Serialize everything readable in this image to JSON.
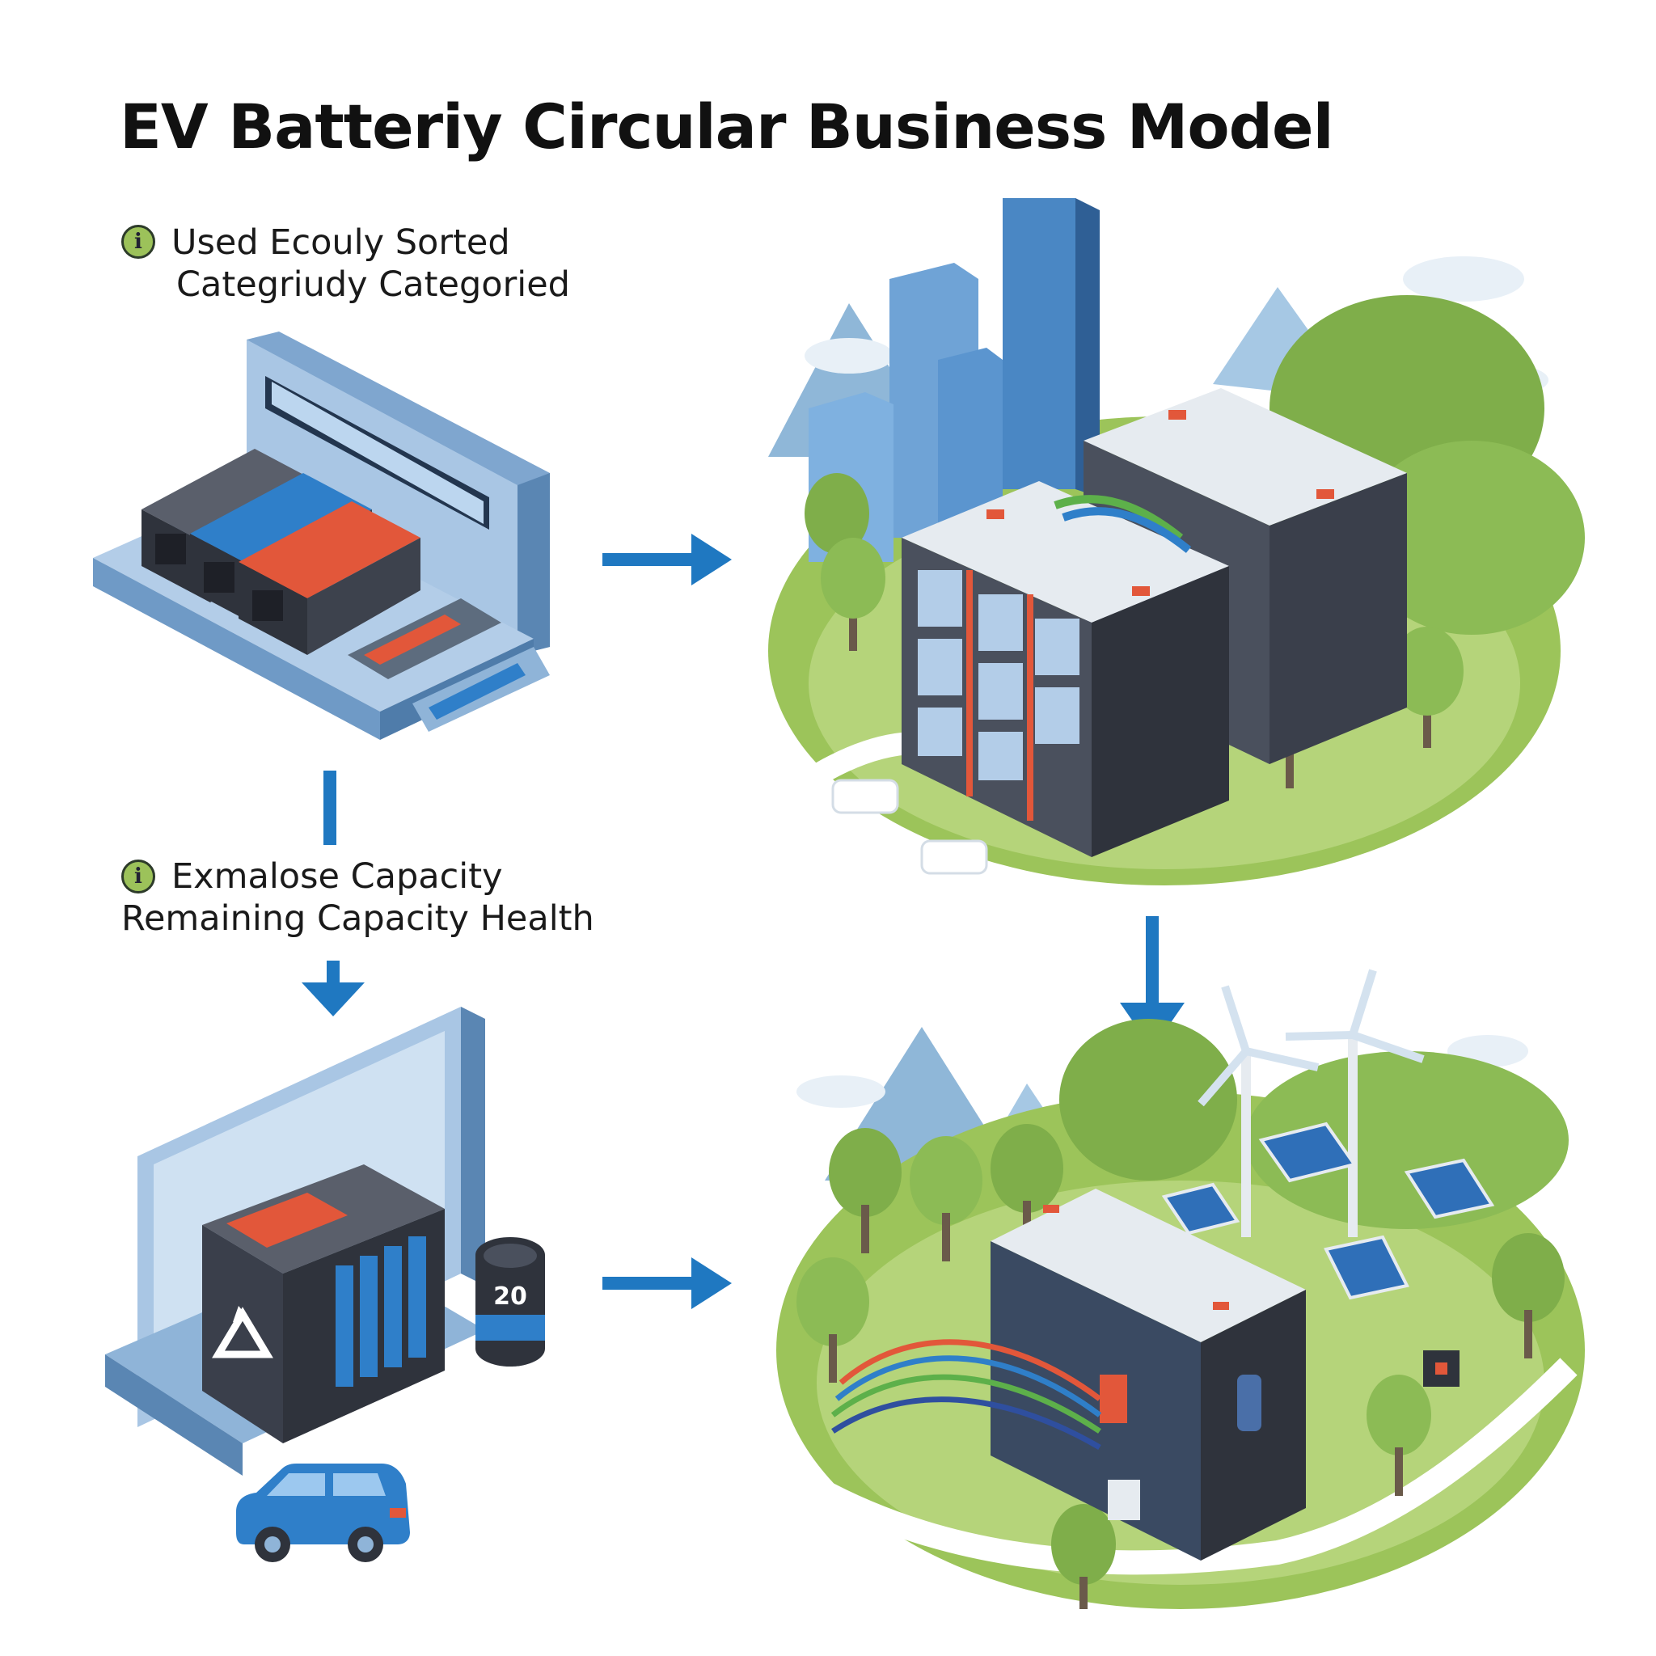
{
  "title": "EV Batteriy Circular Business Model",
  "steps": [
    {
      "line1": "Used Ecouly Sorted",
      "line2": "Categriudy Categoried"
    },
    {
      "line1": "Exmalose Capacity",
      "line2": "Remaining Capacity Health"
    }
  ],
  "module_label": "20",
  "colors": {
    "arrow": "#1f78c1",
    "steel": "#8fb4d8",
    "steel_dark": "#5a86b3",
    "battery_dark": "#3a3f4b",
    "accent_red": "#e2573a",
    "grass": "#9cc45a",
    "tree": "#7fae4a",
    "mountain": "#8fb7d8"
  },
  "icons": [
    "info-icon",
    "recycle-icon",
    "arrow-right-icon",
    "arrow-down-icon",
    "wind-turbine-icon",
    "solar-panel-icon",
    "car-icon",
    "tree-icon"
  ]
}
